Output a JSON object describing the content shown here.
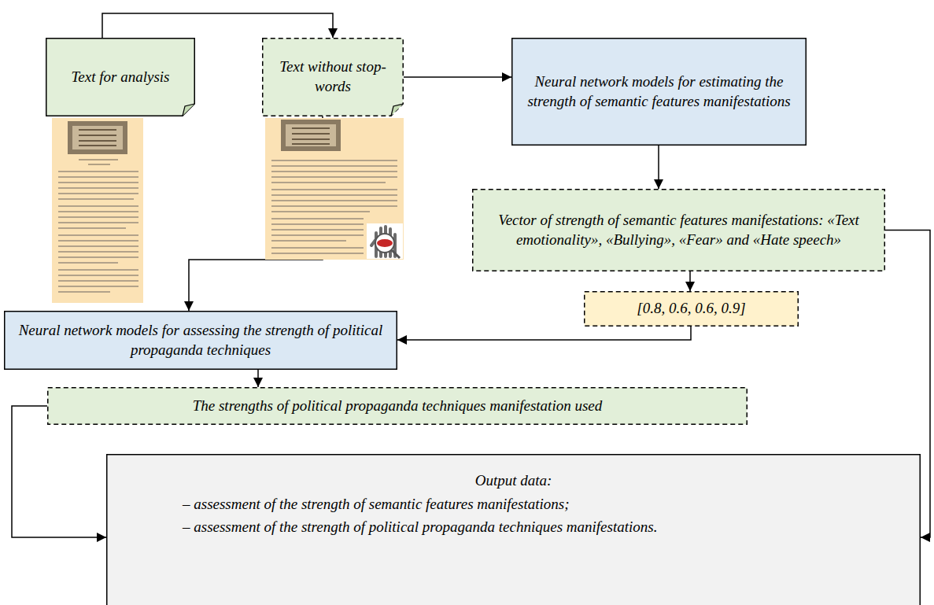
{
  "diagram": {
    "nodes": [
      {
        "text": [
          "Text for analysis"
        ]
      },
      {
        "text": [
          "Text without stop-words"
        ]
      },
      {
        "text": [
          "Neural network models for estimating the strength of semantic features manifestations"
        ]
      },
      {
        "text": [
          "Vector of strength of semantic features manifestations: «Text emotionality», «Bullying», «Fear» and «Hate speech»"
        ]
      },
      {
        "text": [
          "[0.8, 0.6, 0.6, 0.9]"
        ]
      },
      {
        "text": [
          "Neural network models for assessing the strength of political propaganda techniques"
        ]
      },
      {
        "text": [
          "The strengths of political propaganda techniques manifestation used"
        ]
      },
      {
        "text": [
          "Output data:",
          "– assessment of the strength of semantic features manifestations;",
          "– assessment of the strength of political propaganda techniques manifestations."
        ]
      }
    ],
    "edges": [
      {
        "from": 0,
        "to": 1,
        "arrow": "to"
      },
      {
        "from": 1,
        "to": 2,
        "arrow": "to"
      },
      {
        "from": 1,
        "to": 5,
        "arrow": "to"
      },
      {
        "from": 2,
        "to": 3,
        "arrow": "to"
      },
      {
        "from": 3,
        "to": 4,
        "arrow": "to"
      },
      {
        "from": 3,
        "to": 7,
        "arrow": "to"
      },
      {
        "from": 4,
        "to": 5,
        "arrow": "to"
      },
      {
        "from": 5,
        "to": 6,
        "arrow": "to"
      },
      {
        "from": 6,
        "to": 7,
        "arrow": "to"
      }
    ]
  }
}
